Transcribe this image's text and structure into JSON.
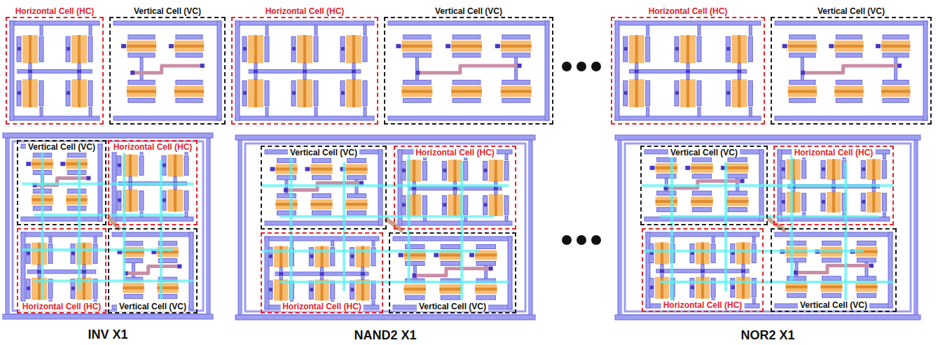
{
  "diagram": {
    "nodes": [
      {
        "text": [
          "Horizontal Cell (HC)"
        ]
      },
      {
        "text": [
          "Vertical Cell (VC)"
        ]
      },
      {
        "text": [
          "Horizontal Cell (HC)"
        ]
      },
      {
        "text": [
          "Vertical Cell (VC)"
        ]
      },
      {
        "text": [
          "Horizontal Cell (HC)"
        ]
      },
      {
        "text": [
          "Vertical Cell (VC)"
        ]
      },
      {
        "text": [
          "INV X1"
        ]
      },
      {
        "text": [
          "Vertical Cell (VC)"
        ],
        "in": 6
      },
      {
        "text": [
          "Horizontal Cell (HC)"
        ],
        "in": 6
      },
      {
        "text": [
          "Horizontal Cell (HC)"
        ],
        "in": 6
      },
      {
        "text": [
          "Vertical Cell (VC)"
        ],
        "in": 6
      },
      {
        "text": [
          "NAND2 X1"
        ]
      },
      {
        "text": [
          "Vertical Cell (VC)"
        ],
        "in": 11
      },
      {
        "text": [
          "Horizontal Cell (HC)"
        ],
        "in": 11
      },
      {
        "text": [
          "Horizontal Cell (HC)"
        ],
        "in": 11
      },
      {
        "text": [
          "Vertical Cell (VC)"
        ],
        "in": 11
      },
      {
        "text": [
          "NOR2 X1"
        ]
      },
      {
        "text": [
          "Vertical Cell (VC)"
        ],
        "in": 16
      },
      {
        "text": [
          "Horizontal Cell (HC)"
        ],
        "in": 16
      },
      {
        "text": [
          "Horizontal Cell (HC)"
        ],
        "in": 16
      },
      {
        "text": [
          "Vertical Cell (VC)"
        ],
        "in": 16
      }
    ]
  }
}
